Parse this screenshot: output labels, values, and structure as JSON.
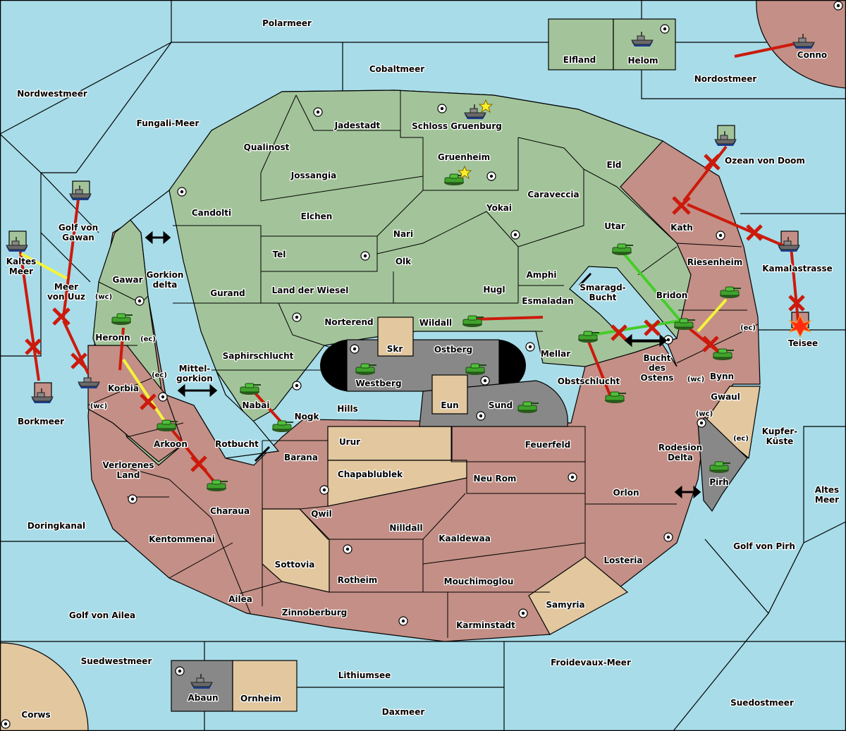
{
  "map": {
    "colors": {
      "sea": "#a8dce9",
      "green_power": "#a3c49a",
      "red_power": "#c38f86",
      "neutral": "#e2c79f",
      "grey_power": "#888888",
      "order_move": "#cc1a0c",
      "order_support": "#f4f43a",
      "order_convoy_support": "#46cc2a"
    },
    "labels": {
      "polarmeer": "Polarmeer",
      "cobaltmeer": "Cobaltmeer",
      "nordwestmeer": "Nordwestmeer",
      "fungali_meer": "Fungali-Meer",
      "nordostmeer": "Nordostmeer",
      "elfland": "Elfland",
      "helom": "Helom",
      "conno": "Conno",
      "jadestadt": "Jadestadt",
      "schloss_gruenburg": "Schloss Gruenburg",
      "qualinost": "Qualinost",
      "gruenheim": "Gruenheim",
      "eld": "Eld",
      "ozean_von_doom": "Ozean von Doom",
      "jossangia": "Jossangia",
      "caraveccia": "Caraveccia",
      "candolti": "Candolti",
      "elchen": "Elchen",
      "yokai": "Yokai",
      "golf_von_gawan_1": "Golf von",
      "golf_von_gawan_2": "Gawan",
      "nari": "Nari",
      "utar": "Utar",
      "kath": "Kath",
      "tel": "Tel",
      "olk": "Olk",
      "kaltes_meer_1": "Kaltes",
      "kaltes_meer_2": "Meer",
      "gawar": "Gawar",
      "gorkion_delta_1": "Gorkion",
      "gorkion_delta_2": "delta",
      "amphi": "Amphi",
      "riesenheim": "Riesenheim",
      "kamalastrasse": "Kamalastrasse",
      "meer_von_uuz_1": "Meer",
      "meer_von_uuz_2": "von Uuz",
      "gurand": "Gurand",
      "land_der_wiesel": "Land der Wiesel",
      "hugl": "Hugl",
      "smaragd_bucht_1": "Smaragd-",
      "smaragd_bucht_2": "Bucht",
      "esmaladan": "Esmaladan",
      "bridon": "Bridon",
      "wc": "(wc)",
      "ec": "(ec)",
      "norterend": "Norterend",
      "wildall": "Wildall",
      "heronn": "Heronn",
      "teisee": "Teisee",
      "skr": "Skr",
      "ostberg": "Ostberg",
      "mellar": "Mellar",
      "saphirschlucht": "Saphirschlucht",
      "bucht_des_ostens_1": "Bucht",
      "bucht_des_ostens_2": "des",
      "bucht_des_ostens_3": "Ostens",
      "westberg": "Westberg",
      "obstschlucht": "Obstschlucht",
      "bynn": "Bynn",
      "mittelgorkion_1": "Mittel-",
      "mittelgorkion_2": "gorkion",
      "korbia": "Korbia",
      "nabai": "Nabai",
      "eun": "Eun",
      "sund": "Sund",
      "gwaul": "Gwaul",
      "hills": "Hills",
      "nogk": "Nogk",
      "borkmeer": "Borkmeer",
      "kupfer_kueste_1": "Kupfer-",
      "kupfer_kueste_2": "Küste",
      "urur": "Urur",
      "feuerfeld": "Feuerfeld",
      "arkoon": "Arkoon",
      "rotbucht": "Rotbucht",
      "rodesion_delta_1": "Rodesion",
      "rodesion_delta_2": "Delta",
      "barana": "Barana",
      "verlorenes_land_1": "Verlorenes",
      "verlorenes_land_2": "Land",
      "chapablublek": "Chapablublek",
      "neu_rom": "Neu Rom",
      "pirh": "Pirh",
      "orlon": "Orlon",
      "altes_meer_1": "Altes",
      "altes_meer_2": "Meer",
      "charaua": "Charaua",
      "qwil": "Qwil",
      "nilldall": "Nilldall",
      "doringkanal": "Doringkanal",
      "golf_von_pirh": "Golf von Pirh",
      "kentommenai": "Kentommenai",
      "kaaldewaa": "Kaaldewaa",
      "losteria": "Losteria",
      "sottovia": "Sottovia",
      "rotheim": "Rotheim",
      "mouchimoglou": "Mouchimoglou",
      "ailea": "Ailea",
      "samyria": "Samyria",
      "zinnoberburg": "Zinnoberburg",
      "golf_von_ailea": "Golf von Ailea",
      "karminstadt": "Karminstadt",
      "suedwestmeer": "Suedwestmeer",
      "froidevaux_meer": "Froidevaux-Meer",
      "lithiumsee": "Lithiumsee",
      "abaun": "Abaun",
      "ornheim": "Ornheim",
      "suedostmeer": "Suedostmeer",
      "daxmeer": "Daxmeer",
      "corws": "Corws"
    },
    "units": [
      {
        "type": "fleet",
        "power": "green",
        "province": "Helom"
      },
      {
        "type": "fleet",
        "power": "red",
        "province": "Conno"
      },
      {
        "type": "fleet",
        "power": "green",
        "province": "Schloss Gruenburg",
        "marker": "star"
      },
      {
        "type": "army",
        "power": "green",
        "province": "Gruenheim",
        "marker": "star"
      },
      {
        "type": "fleet",
        "power": "green",
        "province": "Ozean von Doom"
      },
      {
        "type": "fleet",
        "power": "green",
        "province": "Golf von Gawan"
      },
      {
        "type": "fleet",
        "power": "green",
        "province": "Kaltes Meer"
      },
      {
        "type": "fleet",
        "power": "red",
        "province": "Kamalastrasse"
      },
      {
        "type": "fleet",
        "power": "red",
        "province": "Teisee",
        "state": "dislodged"
      },
      {
        "type": "fleet",
        "power": "red",
        "province": "Borkmeer"
      },
      {
        "type": "fleet",
        "power": "red",
        "province": "Korbia"
      },
      {
        "type": "army",
        "power": "green",
        "province": "Heronn"
      },
      {
        "type": "army",
        "power": "green",
        "province": "Arkoon"
      },
      {
        "type": "army",
        "power": "red",
        "province": "Charaua"
      },
      {
        "type": "army",
        "power": "green",
        "province": "Nabai"
      },
      {
        "type": "army",
        "power": "red",
        "province": "Nogk"
      },
      {
        "type": "army",
        "power": "grey",
        "province": "Westberg"
      },
      {
        "type": "army",
        "power": "grey",
        "province": "Ostberg"
      },
      {
        "type": "army",
        "power": "grey",
        "province": "Sund"
      },
      {
        "type": "army",
        "power": "green",
        "province": "Wildall"
      },
      {
        "type": "army",
        "power": "green",
        "province": "Utar"
      },
      {
        "type": "army",
        "power": "green",
        "province": "Mellar"
      },
      {
        "type": "army",
        "power": "red",
        "province": "Obstschlucht"
      },
      {
        "type": "army",
        "power": "green",
        "province": "Bridon"
      },
      {
        "type": "army",
        "power": "red",
        "province": "Riesenheim"
      },
      {
        "type": "army",
        "power": "red",
        "province": "Bynn"
      },
      {
        "type": "army",
        "power": "grey",
        "province": "Pirh"
      },
      {
        "type": "fleet",
        "power": "grey",
        "province": "Abaun"
      }
    ]
  }
}
